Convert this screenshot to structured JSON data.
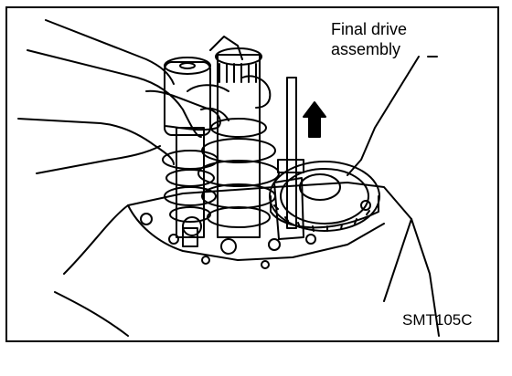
{
  "callout": {
    "line1": "Final drive",
    "line2": "assembly"
  },
  "figure_id": "SMT105C",
  "palette": {
    "ink": "#000000",
    "paper": "#ffffff"
  }
}
